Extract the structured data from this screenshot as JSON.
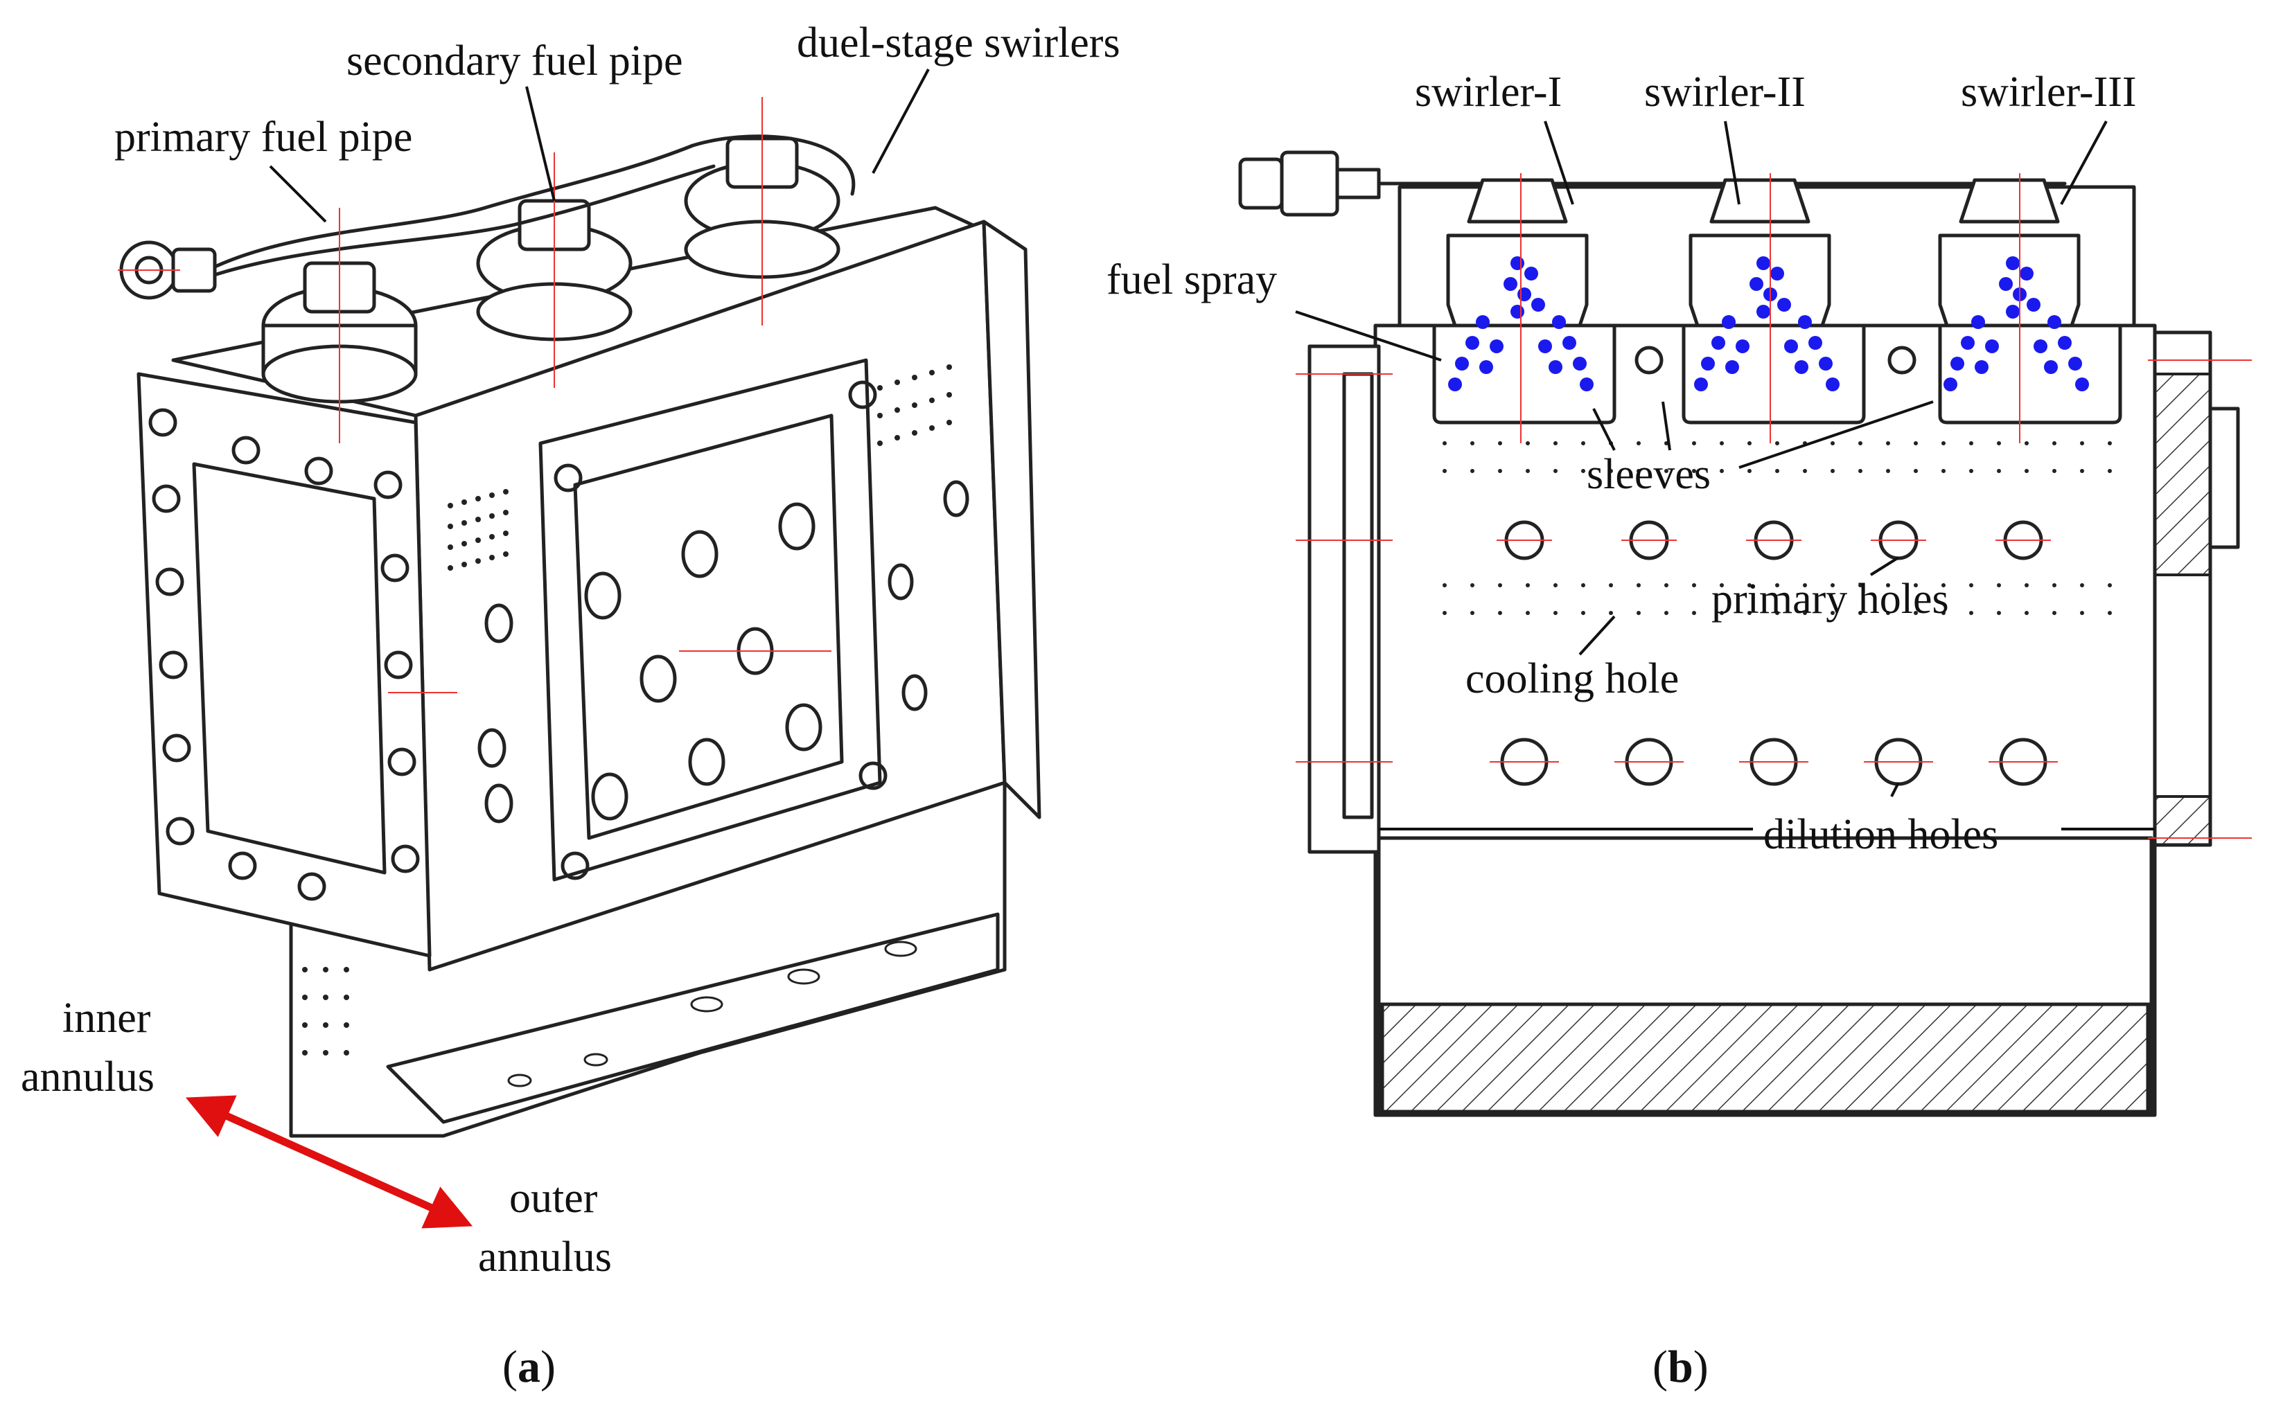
{
  "panel_a": {
    "caption": "(a)",
    "caption_letter": "a",
    "labels": {
      "secondary_fuel_pipe": "secondary fuel pipe",
      "dual_stage_swirlers": "duel-stage swirlers",
      "primary_fuel_pipe": "primary fuel pipe",
      "inner_annulus_line1": "inner",
      "inner_annulus_line2": "annulus",
      "outer_annulus_line1": "outer",
      "outer_annulus_line2": "annulus"
    },
    "arrow_color": "#e01010"
  },
  "panel_b": {
    "caption": "(b)",
    "caption_letter": "b",
    "labels": {
      "swirler_1": "swirler-I",
      "swirler_2": "swirler-II",
      "swirler_3": "swirler-III",
      "fuel_spray": "fuel spray",
      "sleeves": "sleeves",
      "primary_holes": "primary holes",
      "cooling_hole": "cooling hole",
      "dilution_holes": "dilution holes"
    },
    "spray_color": "#1a1aee",
    "centerline_color": "#e33333"
  }
}
